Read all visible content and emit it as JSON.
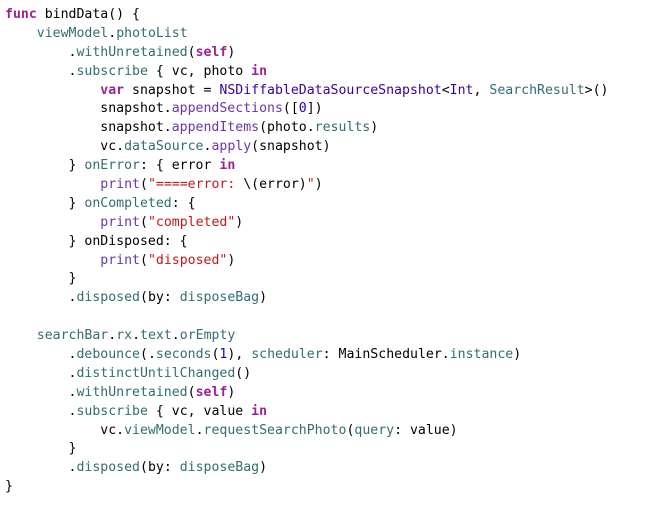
{
  "colors": {
    "background": "#ffffff",
    "plain": "#000000",
    "keyword": "#9b2393",
    "string": "#c41a16",
    "number": "#1c00cf",
    "type": "#3900a0",
    "project_member": "#326d74",
    "library_call": "#6c36a9"
  },
  "code": {
    "lines": [
      [
        {
          "t": "kw",
          "v": "func"
        },
        {
          "t": "plain",
          "v": " bindData() {"
        }
      ],
      [
        {
          "t": "plain",
          "v": "    "
        },
        {
          "t": "prop",
          "v": "viewModel"
        },
        {
          "t": "plain",
          "v": "."
        },
        {
          "t": "prop",
          "v": "photoList"
        }
      ],
      [
        {
          "t": "plain",
          "v": "        ."
        },
        {
          "t": "prop",
          "v": "withUnretained"
        },
        {
          "t": "plain",
          "v": "("
        },
        {
          "t": "kw",
          "v": "self"
        },
        {
          "t": "plain",
          "v": ")"
        }
      ],
      [
        {
          "t": "plain",
          "v": "        ."
        },
        {
          "t": "prop",
          "v": "subscribe"
        },
        {
          "t": "plain",
          "v": " { vc, photo "
        },
        {
          "t": "kw",
          "v": "in"
        }
      ],
      [
        {
          "t": "plain",
          "v": "            "
        },
        {
          "t": "kw",
          "v": "var"
        },
        {
          "t": "plain",
          "v": " snapshot = "
        },
        {
          "t": "typ",
          "v": "NSDiffableDataSourceSnapshot"
        },
        {
          "t": "plain",
          "v": "<"
        },
        {
          "t": "typ",
          "v": "Int"
        },
        {
          "t": "plain",
          "v": ", "
        },
        {
          "t": "prop",
          "v": "SearchResult"
        },
        {
          "t": "plain",
          "v": ">()"
        }
      ],
      [
        {
          "t": "plain",
          "v": "            snapshot."
        },
        {
          "t": "call",
          "v": "appendSections"
        },
        {
          "t": "plain",
          "v": "(["
        },
        {
          "t": "num",
          "v": "0"
        },
        {
          "t": "plain",
          "v": "])"
        }
      ],
      [
        {
          "t": "plain",
          "v": "            snapshot."
        },
        {
          "t": "call",
          "v": "appendItems"
        },
        {
          "t": "plain",
          "v": "(photo."
        },
        {
          "t": "prop",
          "v": "results"
        },
        {
          "t": "plain",
          "v": ")"
        }
      ],
      [
        {
          "t": "plain",
          "v": "            vc."
        },
        {
          "t": "prop",
          "v": "dataSource"
        },
        {
          "t": "plain",
          "v": "."
        },
        {
          "t": "call",
          "v": "apply"
        },
        {
          "t": "plain",
          "v": "(snapshot)"
        }
      ],
      [
        {
          "t": "plain",
          "v": "        } "
        },
        {
          "t": "prop",
          "v": "onError"
        },
        {
          "t": "plain",
          "v": ": { error "
        },
        {
          "t": "kw",
          "v": "in"
        }
      ],
      [
        {
          "t": "plain",
          "v": "            "
        },
        {
          "t": "call",
          "v": "print"
        },
        {
          "t": "plain",
          "v": "("
        },
        {
          "t": "str",
          "v": "\"====error: "
        },
        {
          "t": "plain",
          "v": "\\(error)"
        },
        {
          "t": "str",
          "v": "\""
        },
        {
          "t": "plain",
          "v": ")"
        }
      ],
      [
        {
          "t": "plain",
          "v": "        } "
        },
        {
          "t": "prop",
          "v": "onCompleted"
        },
        {
          "t": "plain",
          "v": ": {"
        }
      ],
      [
        {
          "t": "plain",
          "v": "            "
        },
        {
          "t": "call",
          "v": "print"
        },
        {
          "t": "plain",
          "v": "("
        },
        {
          "t": "str",
          "v": "\"completed\""
        },
        {
          "t": "plain",
          "v": ")"
        }
      ],
      [
        {
          "t": "plain",
          "v": "        } onDisposed: {"
        }
      ],
      [
        {
          "t": "plain",
          "v": "            "
        },
        {
          "t": "call",
          "v": "print"
        },
        {
          "t": "plain",
          "v": "("
        },
        {
          "t": "str",
          "v": "\"disposed\""
        },
        {
          "t": "plain",
          "v": ")"
        }
      ],
      [
        {
          "t": "plain",
          "v": "        }"
        }
      ],
      [
        {
          "t": "plain",
          "v": "        ."
        },
        {
          "t": "prop",
          "v": "disposed"
        },
        {
          "t": "plain",
          "v": "(by: "
        },
        {
          "t": "prop",
          "v": "disposeBag"
        },
        {
          "t": "plain",
          "v": ")"
        }
      ],
      [],
      [
        {
          "t": "plain",
          "v": "    "
        },
        {
          "t": "prop",
          "v": "searchBar"
        },
        {
          "t": "plain",
          "v": "."
        },
        {
          "t": "prop",
          "v": "rx"
        },
        {
          "t": "plain",
          "v": "."
        },
        {
          "t": "prop",
          "v": "text"
        },
        {
          "t": "plain",
          "v": "."
        },
        {
          "t": "prop",
          "v": "orEmpty"
        }
      ],
      [
        {
          "t": "plain",
          "v": "        ."
        },
        {
          "t": "prop",
          "v": "debounce"
        },
        {
          "t": "plain",
          "v": "(."
        },
        {
          "t": "prop",
          "v": "seconds"
        },
        {
          "t": "plain",
          "v": "("
        },
        {
          "t": "num",
          "v": "1"
        },
        {
          "t": "plain",
          "v": "), "
        },
        {
          "t": "prop",
          "v": "scheduler"
        },
        {
          "t": "plain",
          "v": ": MainScheduler."
        },
        {
          "t": "prop",
          "v": "instance"
        },
        {
          "t": "plain",
          "v": ")"
        }
      ],
      [
        {
          "t": "plain",
          "v": "        ."
        },
        {
          "t": "prop",
          "v": "distinctUntilChanged"
        },
        {
          "t": "plain",
          "v": "()"
        }
      ],
      [
        {
          "t": "plain",
          "v": "        ."
        },
        {
          "t": "prop",
          "v": "withUnretained"
        },
        {
          "t": "plain",
          "v": "("
        },
        {
          "t": "kw",
          "v": "self"
        },
        {
          "t": "plain",
          "v": ")"
        }
      ],
      [
        {
          "t": "plain",
          "v": "        ."
        },
        {
          "t": "prop",
          "v": "subscribe"
        },
        {
          "t": "plain",
          "v": " { vc, value "
        },
        {
          "t": "kw",
          "v": "in"
        }
      ],
      [
        {
          "t": "plain",
          "v": "            vc."
        },
        {
          "t": "prop",
          "v": "viewModel"
        },
        {
          "t": "plain",
          "v": "."
        },
        {
          "t": "prop",
          "v": "requestSearchPhoto"
        },
        {
          "t": "plain",
          "v": "("
        },
        {
          "t": "prop",
          "v": "query"
        },
        {
          "t": "plain",
          "v": ": value)"
        }
      ],
      [
        {
          "t": "plain",
          "v": "        }"
        }
      ],
      [
        {
          "t": "plain",
          "v": "        ."
        },
        {
          "t": "prop",
          "v": "disposed"
        },
        {
          "t": "plain",
          "v": "(by: "
        },
        {
          "t": "prop",
          "v": "disposeBag"
        },
        {
          "t": "plain",
          "v": ")"
        }
      ],
      [
        {
          "t": "plain",
          "v": "}"
        }
      ]
    ]
  }
}
